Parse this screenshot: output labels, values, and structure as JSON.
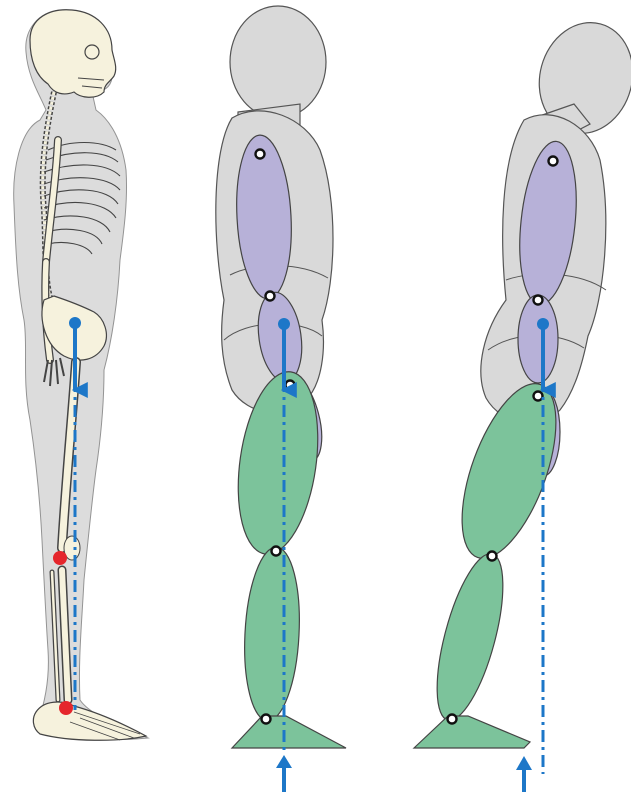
{
  "colors": {
    "background": "#ffffff",
    "body_gray": "#d9d9d9",
    "body_outline": "#555555",
    "trunk_purple": "#b7b1d8",
    "leg_green": "#7cc39b",
    "line_blue": "#1d77c8",
    "joint_red": "#e5262c",
    "bone": "#f6f2dd",
    "bone_outline": "#444444"
  },
  "figures": [
    {
      "label": "anatomical-skeleton-figure"
    },
    {
      "label": "segment-model-upright-figure"
    },
    {
      "label": "segment-model-leaning-figure"
    }
  ],
  "icons": {
    "center_of_mass": "center-of-mass-icon",
    "gravity_arrow": "gravity-force-arrow-icon",
    "ground_reaction_arrow": "ground-reaction-arrow-icon",
    "joint": "joint-icon"
  }
}
